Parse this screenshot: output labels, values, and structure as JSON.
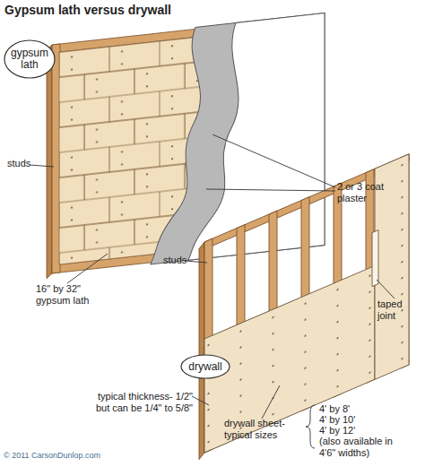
{
  "diagram": {
    "title": "Gypsum lath versus drywall",
    "nodes": [
      {
        "text": [
          "gypsum lath"
        ]
      },
      {
        "text": [
          "drywall"
        ]
      }
    ],
    "labels": [
      "studs",
      "2 or 3 coat plaster",
      "16\" by 32\" gypsum lath",
      "studs",
      "taped joint",
      "typical thickness- 1/2\" but can be 1/4\" to 5/8\"",
      "drywall sheet- typical sizes",
      "4' by 8'",
      "4' by 10'",
      "4' by 12'",
      "(also available in 4'6\" widths)",
      "© 2011 CarsonDunlop.com"
    ]
  }
}
